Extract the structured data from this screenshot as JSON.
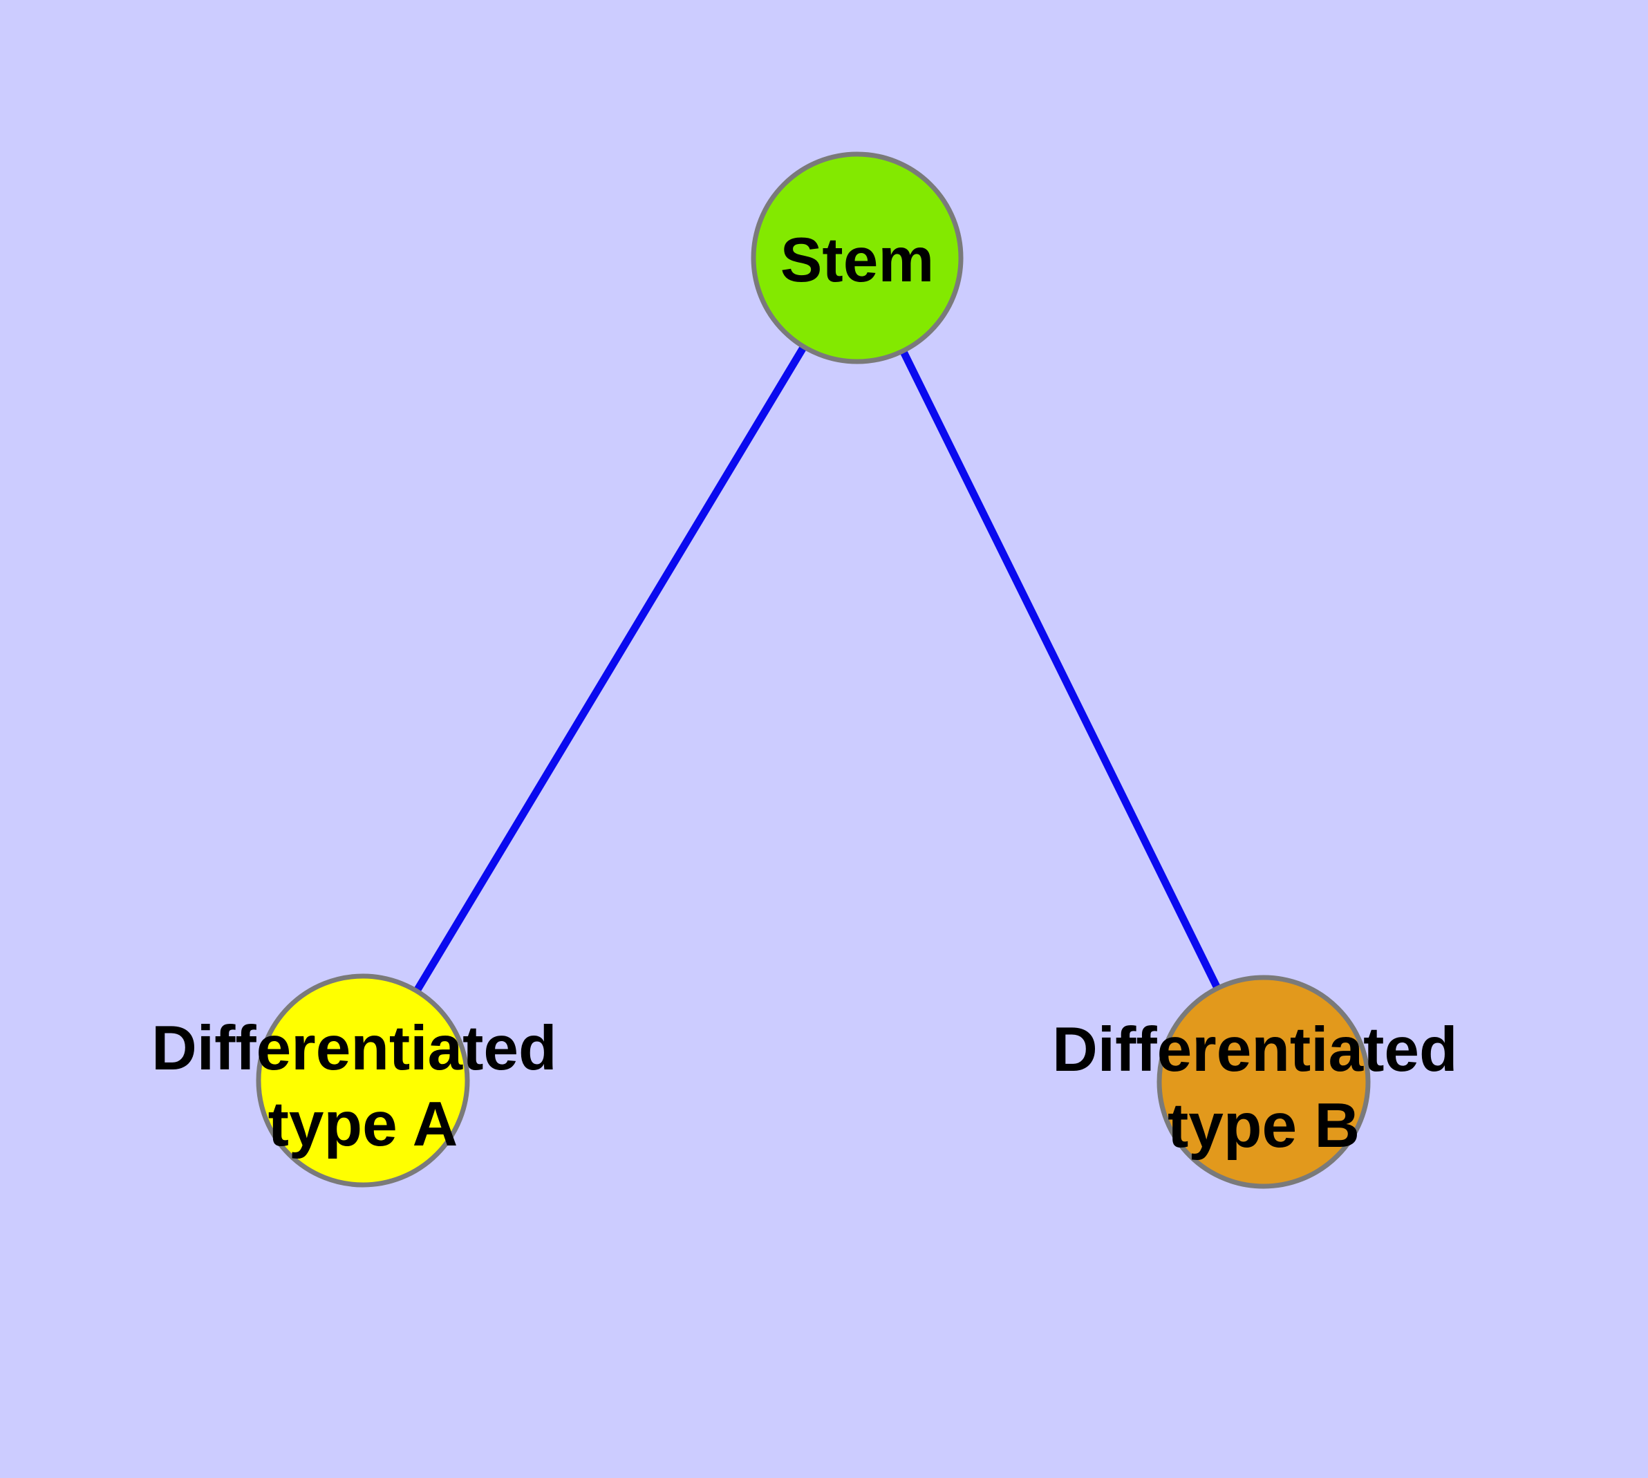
{
  "diagram": {
    "background_color": "#CCCCFF",
    "text_color": "#000000",
    "node_border_color": "#7A7A7A",
    "nodes": [
      {
        "id": "stem",
        "label": "Stem",
        "color": "#83E900"
      },
      {
        "id": "differentiated-type-a",
        "label_line1": "Differentiated",
        "label_line2": "type A",
        "color": "#FFFF00"
      },
      {
        "id": "differentiated-type-b",
        "label_line1": "Differentiated",
        "label_line2": "type B",
        "color": "#E2991C"
      }
    ],
    "edges": [
      {
        "from": "Stem",
        "to": "Differentiated type A",
        "color": "#0A0AEF"
      },
      {
        "from": "Stem",
        "to": "Differentiated type B",
        "color": "#0A0AEF"
      }
    ]
  }
}
